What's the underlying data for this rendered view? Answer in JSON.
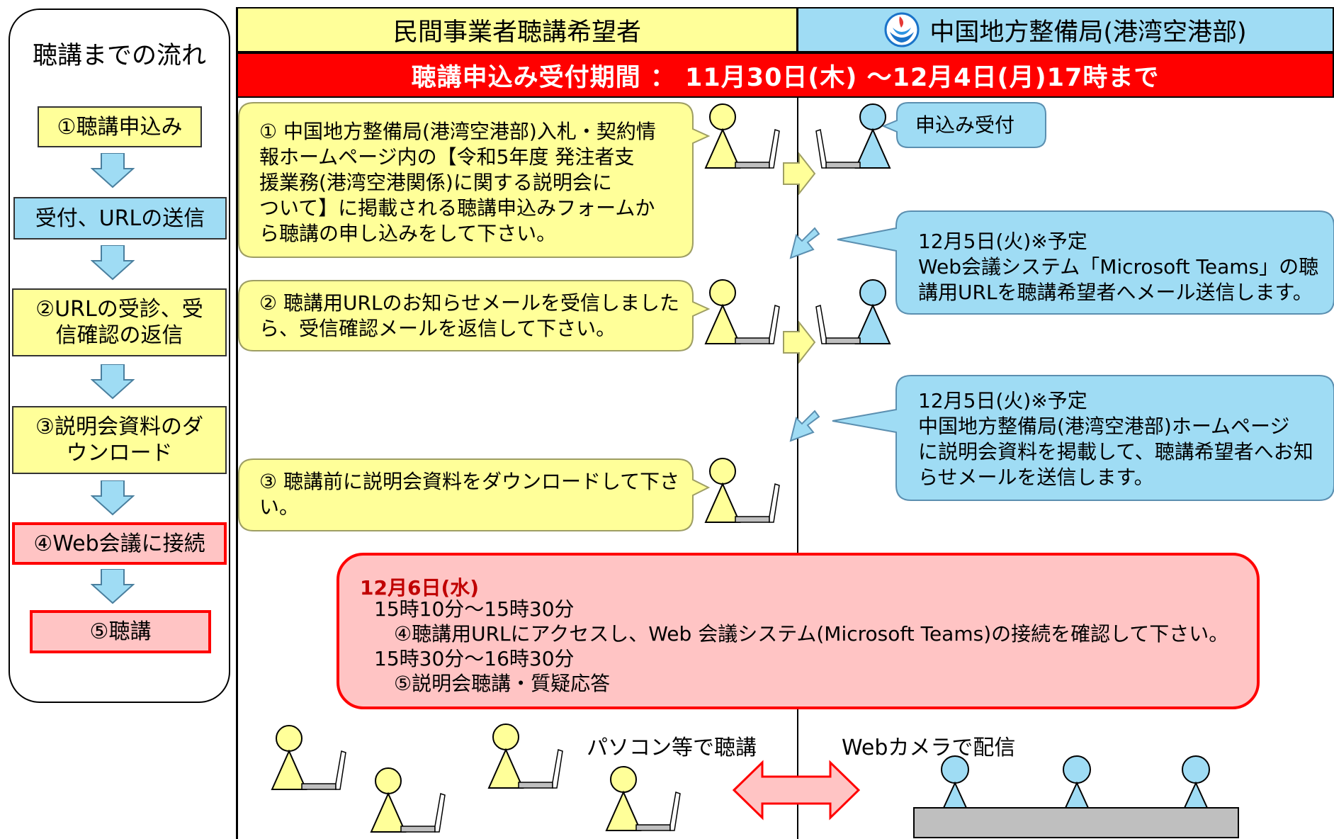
{
  "flow": {
    "title": "聴講までの流れ",
    "steps": [
      {
        "label": "①聴講申込み"
      },
      {
        "label": "受付、URLの送信"
      },
      {
        "label": "②URLの受診、受信確認の返信"
      },
      {
        "label": "③説明会資料のダウンロード"
      },
      {
        "label": "④Web会議に接続"
      },
      {
        "label": "⑤聴講"
      }
    ]
  },
  "header": {
    "left": "民間事業者聴講希望者",
    "right": "中国地方整備局(港湾空港部)",
    "period": "聴講申込み受付期間 ： 11月30日(木) ～12月4日(月)17時まで"
  },
  "requester": {
    "callout1": "① 中国地方整備局(港湾空港部)入札・契約情\n報ホームページ内の【令和5年度 発注者支\n援業務(港湾空港関係)に関する説明会に\nついて】に掲載される聴講申込みフォームか\nら聴講の申し込みをして下さい。",
    "callout2": "② 聴講用URLのお知らせメールを受信しました\nら、受信確認メールを返信して下さい。",
    "callout3": "③ 聴講前に説明会資料をダウンロードして下さ\nい。"
  },
  "bureau": {
    "callout1": "申込み受付",
    "callout2": "12月5日(火)※予定\nWeb会議システム「Microsoft Teams」の聴\n講用URLを聴講希望者へメール送信します。",
    "callout3": "12月5日(火)※予定\n中国地方整備局(港湾空港部)ホームページ\nに説明会資料を掲載して、聴講希望者へお知\nらせメールを送信します。"
  },
  "event": {
    "date": "12月6日(水)",
    "details": "15時10分～15時30分\n　④聴講用URLにアクセスし、Web 会議システム(Microsoft Teams)の接続を確認して下さい。\n15時30分～16時30分\n　⑤説明会聴講・質疑応答"
  },
  "bottom": {
    "viewers_label": "パソコン等で聴講",
    "streaming_label": "Webカメラで配信"
  },
  "colors": {
    "yellow": "#ffff99",
    "blue": "#9fdcf4",
    "red": "#ff0000",
    "pink": "#ffc4c4",
    "event_date": "#c00000",
    "table_gray": "#bfbfbf"
  },
  "icons": [
    "down-arrow-icon",
    "right-arrow-icon",
    "left-arrow-icon",
    "person-at-laptop-icon",
    "double-arrow-icon",
    "organization-logo-icon"
  ]
}
